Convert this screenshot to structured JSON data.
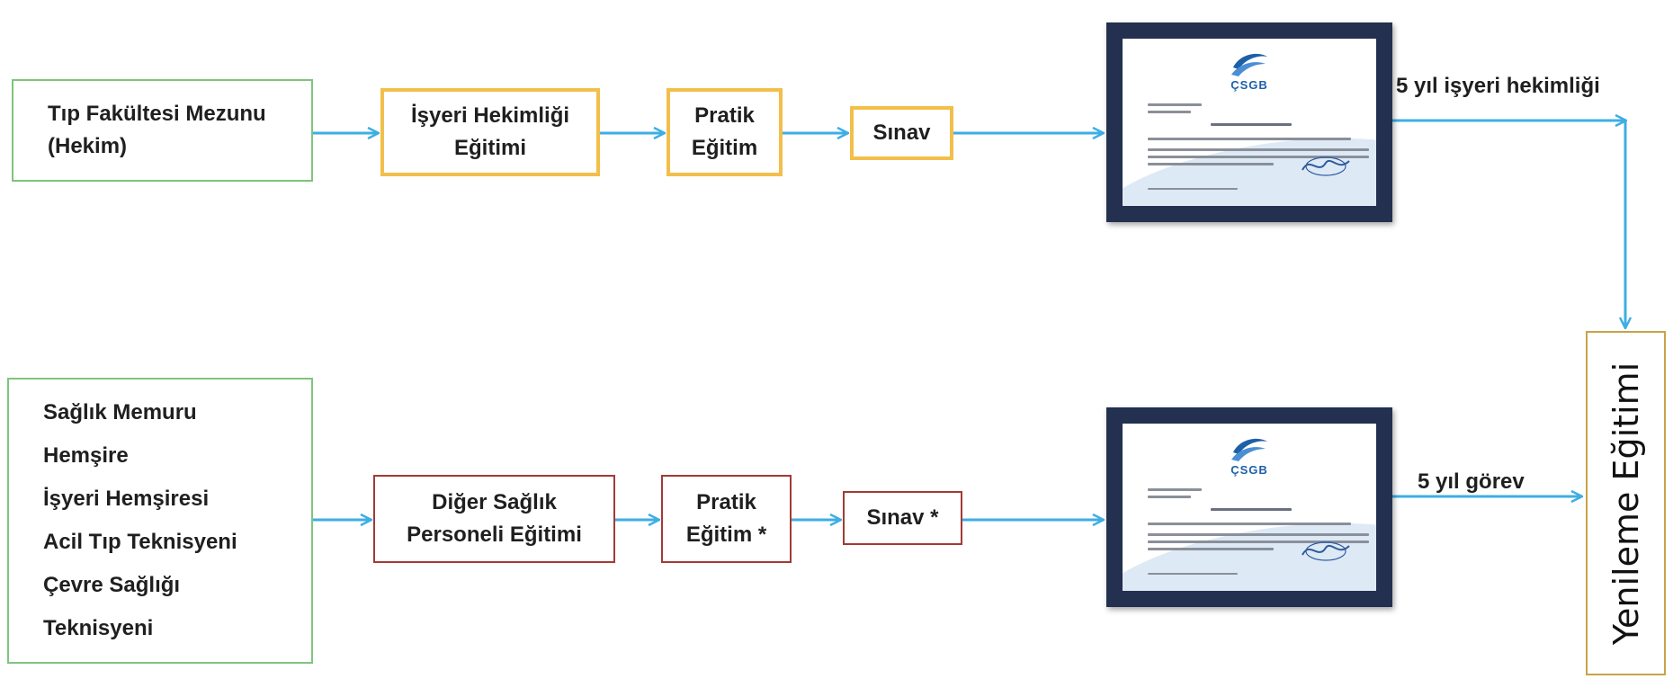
{
  "top_row": {
    "source": {
      "line1": "Tıp Fakültesi Mezunu",
      "line2": "(Hekim)"
    },
    "training": {
      "line1": "İşyeri Hekimliği",
      "line2": "Eğitimi"
    },
    "practical": {
      "line1": "Pratik",
      "line2": "Eğitim"
    },
    "exam": "Sınav",
    "result_label": "5 yıl işyeri hekimliği"
  },
  "bottom_row": {
    "sources": [
      "Sağlık Memuru",
      "Hemşire",
      "İşyeri Hemşiresi",
      "Acil Tıp Teknisyeni",
      "Çevre Sağlığı",
      "Teknisyeni"
    ],
    "training": {
      "line1": "Diğer Sağlık",
      "line2": "Personeli Eğitimi"
    },
    "practical": {
      "line1": "Pratik",
      "line2": "Eğitim *"
    },
    "exam": "Sınav *",
    "result_label": "5 yıl görev"
  },
  "certificate": {
    "brand": "ÇSGB"
  },
  "renewal": "Yenileme Eğitimi",
  "colors": {
    "arrow": "#3eaee3",
    "green_border": "#7fc47f",
    "gold_border": "#f2bf4a",
    "red_border": "#a23a34",
    "certificate_frame": "#23304f"
  }
}
